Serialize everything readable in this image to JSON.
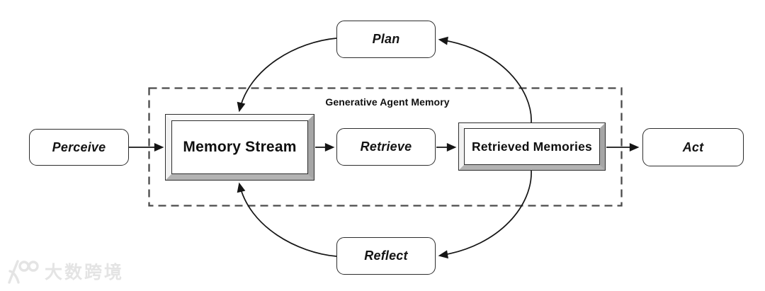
{
  "diagram": {
    "boundary_label": "Generative Agent Memory",
    "nodes": {
      "perceive": {
        "label": "Perceive"
      },
      "memory_stream": {
        "label": "Memory Stream"
      },
      "retrieve": {
        "label": "Retrieve"
      },
      "retrieved_memories": {
        "label": "Retrieved Memories"
      },
      "act": {
        "label": "Act"
      },
      "plan": {
        "label": "Plan"
      },
      "reflect": {
        "label": "Reflect"
      }
    },
    "edges": [
      {
        "from": "Perceive",
        "to": "Memory Stream",
        "style": "straight"
      },
      {
        "from": "Memory Stream",
        "to": "Retrieve",
        "style": "straight"
      },
      {
        "from": "Retrieve",
        "to": "Retrieved Memories",
        "style": "straight"
      },
      {
        "from": "Retrieved Memories",
        "to": "Act",
        "style": "straight"
      },
      {
        "from": "Retrieved Memories",
        "to": "Plan",
        "style": "curved"
      },
      {
        "from": "Plan",
        "to": "Memory Stream",
        "style": "curved"
      },
      {
        "from": "Retrieved Memories",
        "to": "Reflect",
        "style": "curved"
      },
      {
        "from": "Reflect",
        "to": "Memory Stream",
        "style": "curved"
      }
    ],
    "colors": {
      "line": "#1a1a1a",
      "dashed_border": "#4a4a4a",
      "bevel_light": "#fbfbfb",
      "bevel_dark": "#a6a6a6",
      "background": "#ffffff",
      "watermark": "#e4e4e4"
    }
  },
  "watermark": {
    "logo": "100-logo",
    "text": "大数跨境"
  }
}
